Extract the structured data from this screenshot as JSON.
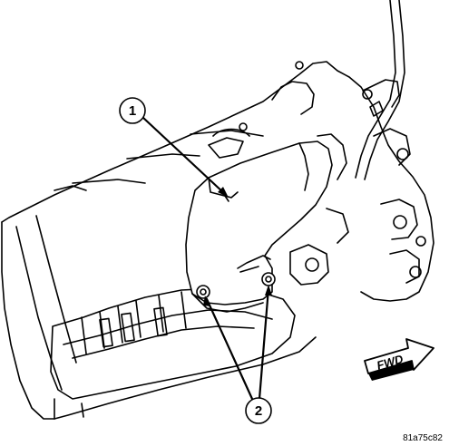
{
  "callouts": [
    {
      "id": "1",
      "label": "1"
    },
    {
      "id": "2",
      "label": "2"
    }
  ],
  "direction_label": "FWD",
  "figure_ref": "81a75c82"
}
